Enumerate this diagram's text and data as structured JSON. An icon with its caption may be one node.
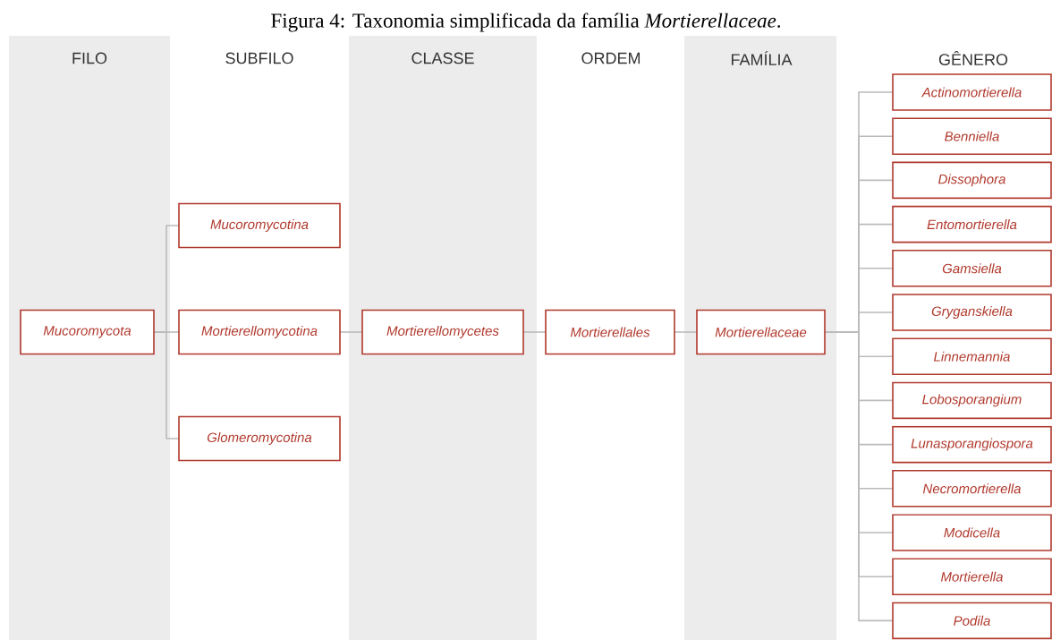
{
  "diagram": {
    "title": "Figura 4: Taxonomia simplificada da família *Mortierellaceae*.",
    "nodes": [
      {
        "text": [
          "Mucoromycota"
        ]
      },
      {
        "text": [
          "Mucoromycotina"
        ]
      },
      {
        "text": [
          "Mortierellomycotina"
        ]
      },
      {
        "text": [
          "Glomeromycotina"
        ]
      },
      {
        "text": [
          "Mortierellomycetes"
        ]
      },
      {
        "text": [
          "Mortierellales"
        ]
      },
      {
        "text": [
          "Mortierellaceae"
        ]
      },
      {
        "text": [
          "Actinomortierella"
        ]
      },
      {
        "text": [
          "Benniella"
        ]
      },
      {
        "text": [
          "Dissophora"
        ]
      },
      {
        "text": [
          "Entomortierella"
        ]
      },
      {
        "text": [
          "Gamsiella"
        ]
      },
      {
        "text": [
          "Gryganskiella"
        ]
      },
      {
        "text": [
          "Linnemannia"
        ]
      },
      {
        "text": [
          "Lobosporangium"
        ]
      },
      {
        "text": [
          "Lunasporangiospora"
        ]
      },
      {
        "text": [
          "Necromortierella"
        ]
      },
      {
        "text": [
          "Modicella"
        ]
      },
      {
        "text": [
          "Mortierella"
        ]
      },
      {
        "text": [
          "Podila"
        ]
      }
    ],
    "edges": [
      {
        "from": 0,
        "to": 1,
        "arrow": "none"
      },
      {
        "from": 0,
        "to": 2,
        "arrow": "none"
      },
      {
        "from": 0,
        "to": 3,
        "arrow": "none"
      },
      {
        "from": 2,
        "to": 4,
        "arrow": "none"
      },
      {
        "from": 4,
        "to": 5,
        "arrow": "none"
      },
      {
        "from": 5,
        "to": 6,
        "arrow": "none"
      },
      {
        "from": 6,
        "to": 7,
        "arrow": "none"
      },
      {
        "from": 6,
        "to": 8,
        "arrow": "none"
      },
      {
        "from": 6,
        "to": 9,
        "arrow": "none"
      },
      {
        "from": 6,
        "to": 10,
        "arrow": "none"
      },
      {
        "from": 6,
        "to": 11,
        "arrow": "none"
      },
      {
        "from": 6,
        "to": 12,
        "arrow": "none"
      },
      {
        "from": 6,
        "to": 13,
        "arrow": "none"
      },
      {
        "from": 6,
        "to": 14,
        "arrow": "none"
      },
      {
        "from": 6,
        "to": 15,
        "arrow": "none"
      },
      {
        "from": 6,
        "to": 16,
        "arrow": "none"
      },
      {
        "from": 6,
        "to": 17,
        "arrow": "none"
      },
      {
        "from": 6,
        "to": 18,
        "arrow": "none"
      },
      {
        "from": 6,
        "to": 19,
        "arrow": "none"
      }
    ],
    "labels": [
      "FILO",
      "SUBFILO",
      "CLASSE",
      "ORDEM",
      "FAMÍLIA",
      "GÊNERO"
    ]
  }
}
